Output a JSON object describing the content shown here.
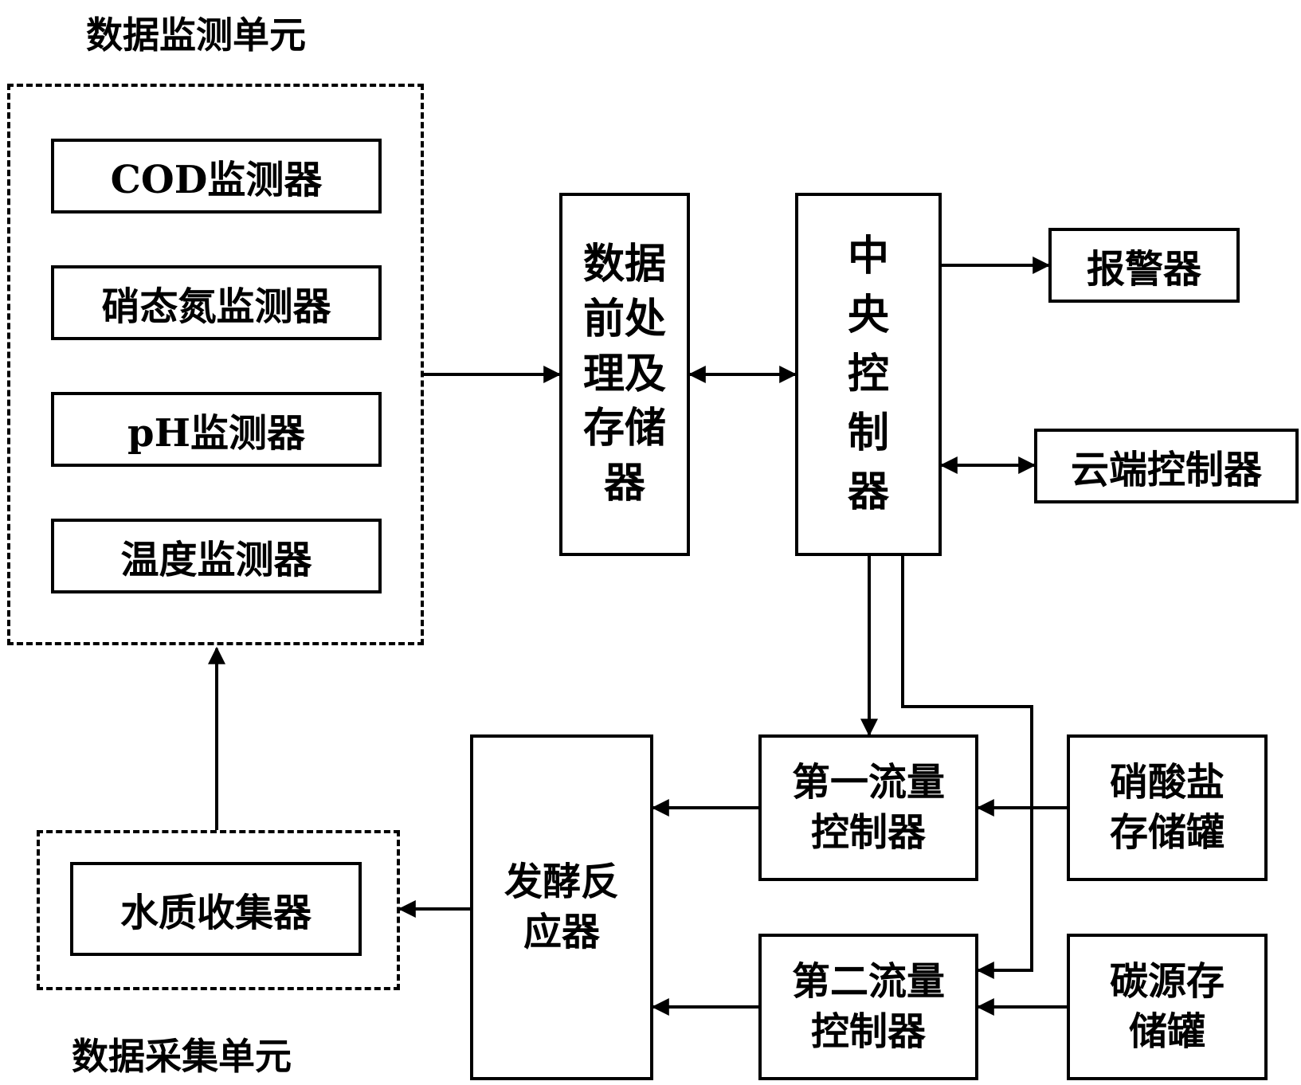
{
  "diagram": {
    "unit_labels": {
      "monitoring_unit": "数据监测单元",
      "collection_unit": "数据采集单元"
    },
    "monitors": {
      "cod": "COD监测器",
      "nitrate": "硝态氮监测器",
      "ph": "pH监测器",
      "temperature": "温度监测器"
    },
    "preprocessor": "数据前处理及存储器",
    "central_controller": "中央控制器",
    "alarm": "报警器",
    "cloud_controller": "云端控制器",
    "flow_controller_1": "第一流量控制器",
    "flow_controller_2": "第二流量控制器",
    "nitrate_tank": "硝酸盐存储罐",
    "carbon_tank": "碳源存储罐",
    "fermenter": "发酵反应器",
    "water_collector": "水质收集器"
  }
}
